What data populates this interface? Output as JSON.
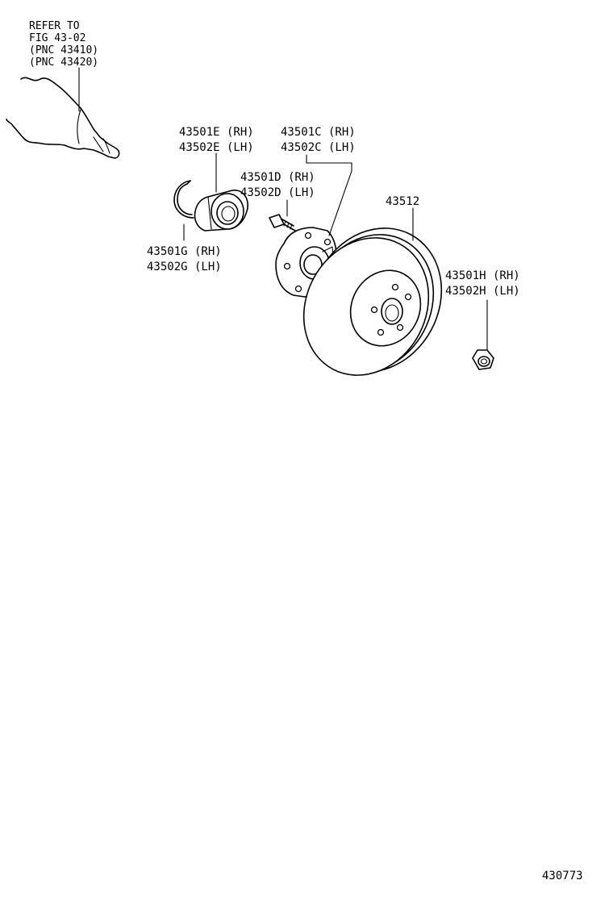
{
  "reference_note": {
    "lines": [
      "REFER TO",
      "FIG 43-02",
      "(PNC 43410)",
      "(PNC 43420)"
    ]
  },
  "callouts": {
    "bearing": [
      "43501E (RH)",
      "43502E (LH)"
    ],
    "hub": [
      "43501C (RH)",
      "43502C (LH)"
    ],
    "hub_bolt": [
      "43501D (RH)",
      "43502D (LH)"
    ],
    "disc": [
      "43512"
    ],
    "snap_ring": [
      "43501G (RH)",
      "43502G (LH)"
    ],
    "nut": [
      "43501H (RH)",
      "43502H (LH)"
    ]
  },
  "figure_number": "430773",
  "colors": {
    "ink": "#000000",
    "paper": "#ffffff"
  }
}
